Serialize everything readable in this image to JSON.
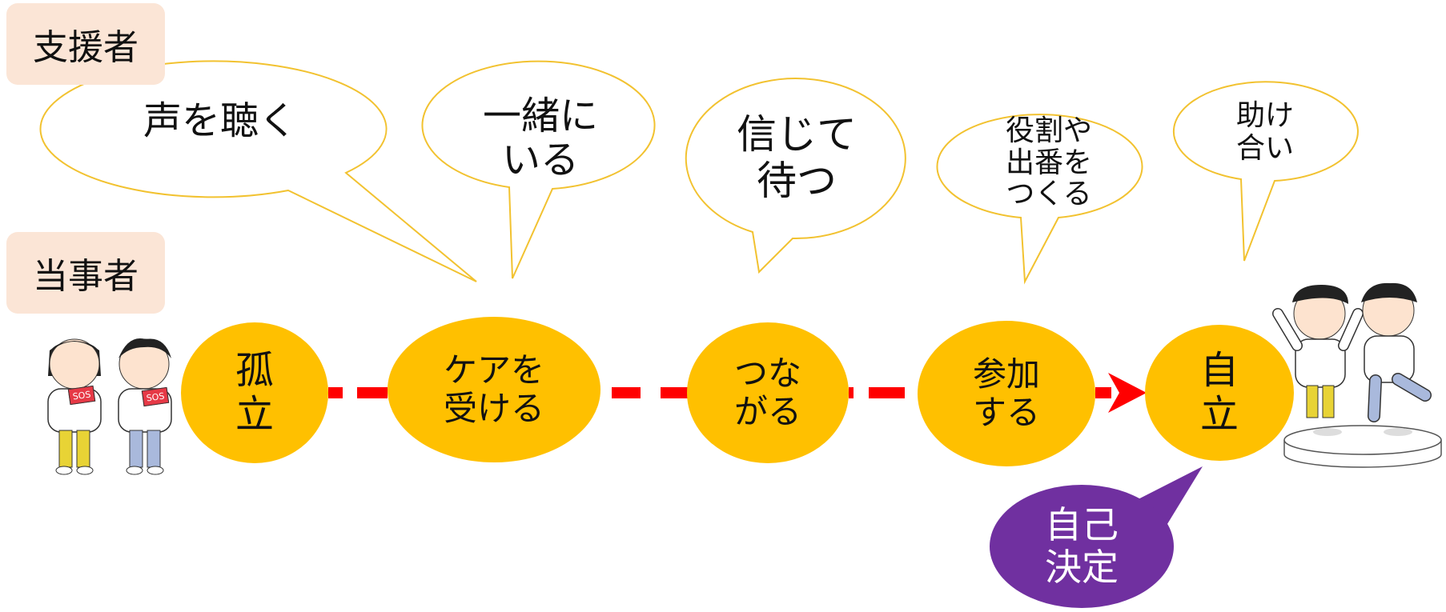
{
  "roles": {
    "supporter": "支援者",
    "person": "当事者"
  },
  "speech_bubbles": [
    {
      "lines": [
        "声を聴く"
      ]
    },
    {
      "lines": [
        "一緒に",
        "いる"
      ]
    },
    {
      "lines": [
        "信じて",
        "待つ"
      ]
    },
    {
      "lines": [
        "役割や",
        "出番を",
        "つくる"
      ]
    },
    {
      "lines": [
        "助け",
        "合い"
      ]
    }
  ],
  "stages": [
    {
      "lines": [
        "孤",
        "立"
      ]
    },
    {
      "lines": [
        "ケアを",
        "受ける"
      ]
    },
    {
      "lines": [
        "つな",
        "がる"
      ]
    },
    {
      "lines": [
        "参加",
        "する"
      ]
    },
    {
      "lines": [
        "自",
        "立"
      ]
    }
  ],
  "sos_sign": "SOS",
  "self_decision": {
    "lines": [
      "自己",
      "決定"
    ]
  },
  "colors": {
    "stage_fill": "#ffc000",
    "connector": "#ff0000",
    "bubble_stroke": "#f2c230",
    "role_bg": "#fbe5d6",
    "self_decision_fill": "#7030a0"
  }
}
